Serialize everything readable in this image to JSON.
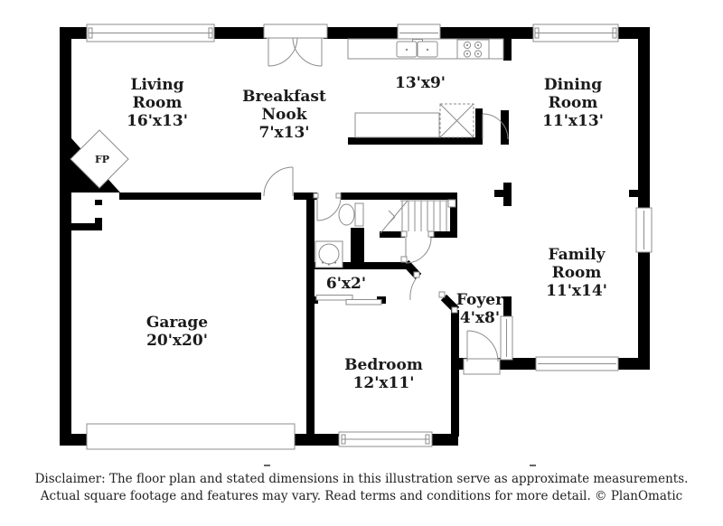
{
  "plan": {
    "rooms": [
      {
        "id": "living-room",
        "name": "Living Room",
        "dims": "16'x13'"
      },
      {
        "id": "breakfast-nook",
        "name": "Breakfast Nook",
        "dims": "7'x13'"
      },
      {
        "id": "kitchen",
        "name": "",
        "dims": "13'x9'"
      },
      {
        "id": "dining-room",
        "name": "Dining Room",
        "dims": "11'x13'"
      },
      {
        "id": "family-room",
        "name": "Family Room",
        "dims": "11'x14'"
      },
      {
        "id": "garage",
        "name": "Garage",
        "dims": "20'x20'"
      },
      {
        "id": "bedroom",
        "name": "Bedroom",
        "dims": "12'x11'"
      },
      {
        "id": "foyer",
        "name": "Foyer",
        "dims": "4'x8'"
      },
      {
        "id": "closet",
        "name": "",
        "dims": "6'x2'"
      }
    ],
    "fireplace_label": "FP",
    "colors": {
      "wall": "#000000",
      "symbol_outline": "#8c8c8c",
      "text": "#1b1b1b",
      "background": "#ffffff"
    }
  },
  "footer": {
    "disclaimer_line1": "Disclaimer: The floor plan and stated dimensions in this illustration serve as approximate measurements.",
    "disclaimer_line2": "Actual square footage and features may vary. Read terms and conditions for more detail. © PlanOmatic"
  }
}
